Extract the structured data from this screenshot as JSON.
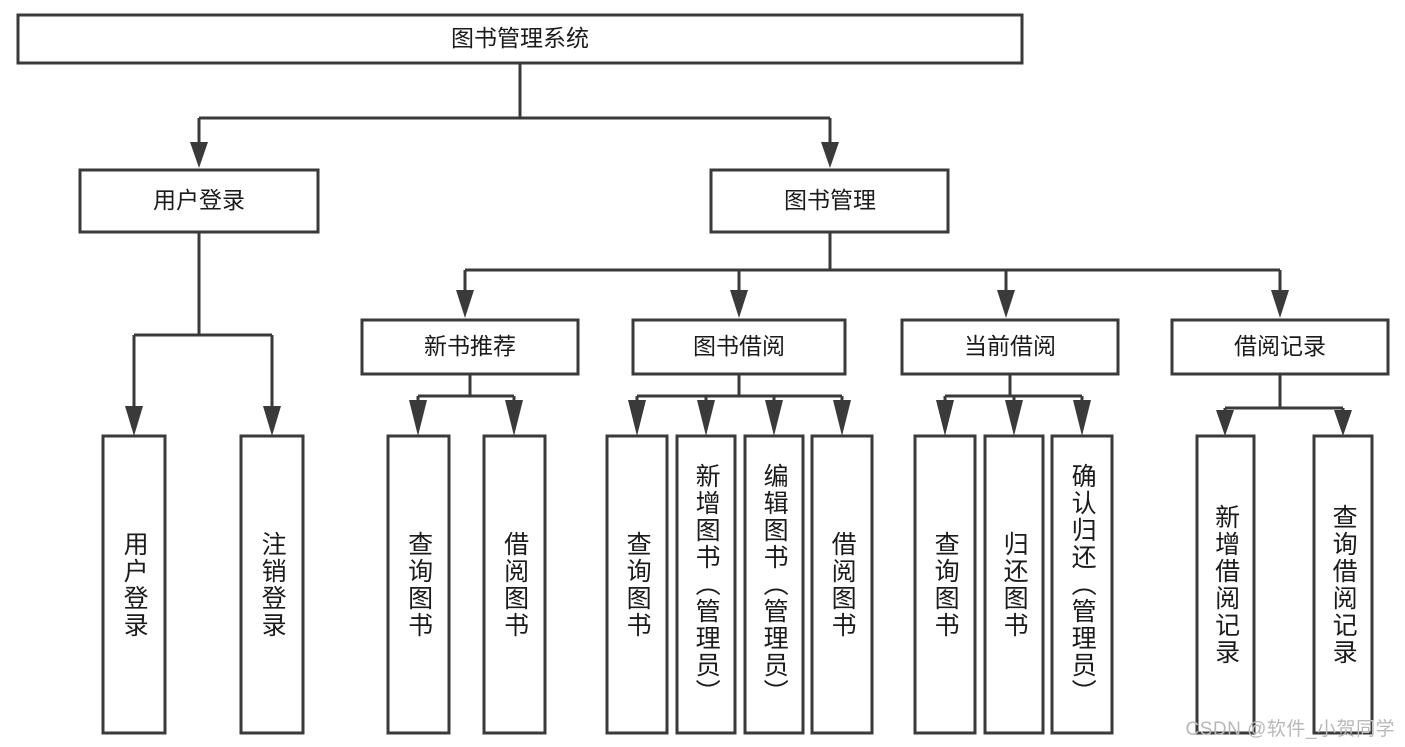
{
  "diagram": {
    "type": "tree",
    "title": "图书管理系统",
    "orientation": "top-down",
    "colors": {
      "box_stroke": "#3a3a3a",
      "box_fill": "#ffffff",
      "text": "#1b1b1b",
      "connector": "#3a3a3a",
      "watermark": "#b9b9b9",
      "background": "#ffffff"
    },
    "root": {
      "label": "图书管理系统"
    },
    "level2": [
      {
        "label": "用户登录"
      },
      {
        "label": "图书管理"
      }
    ],
    "level3": [
      {
        "label": "新书推荐"
      },
      {
        "label": "图书借阅"
      },
      {
        "label": "当前借阅"
      },
      {
        "label": "借阅记录"
      }
    ],
    "leaves": {
      "user_login": [
        {
          "label": "用户登录"
        },
        {
          "label": "注销登录"
        }
      ],
      "new_book_recommend": [
        {
          "label": "查询图书"
        },
        {
          "label": "借阅图书"
        }
      ],
      "book_borrow": [
        {
          "label": "查询图书"
        },
        {
          "label": "新增图书（管理员）"
        },
        {
          "label": "编辑图书（管理员）"
        },
        {
          "label": "借阅图书"
        }
      ],
      "current_borrow": [
        {
          "label": "查询图书"
        },
        {
          "label": "归还图书"
        },
        {
          "label": "确认归还（管理员）"
        }
      ],
      "borrow_record": [
        {
          "label": "新增借阅记录"
        },
        {
          "label": "查询借阅记录"
        }
      ]
    }
  },
  "watermark": {
    "text": "CSDN @软件_小贺同学"
  }
}
